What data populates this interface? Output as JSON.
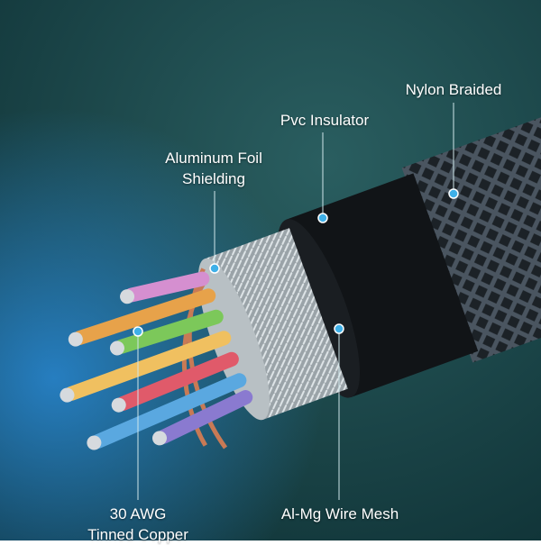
{
  "labels": {
    "nylon_braided": "Nylon Braided",
    "pvc_insulator": "Pvc Insulator",
    "aluminum_foil_line1": "Aluminum Foil",
    "aluminum_foil_line2": "Shielding",
    "awg_line1": "30 AWG",
    "awg_line2": "Tinned Copper",
    "wire_mesh": "Al-Mg Wire Mesh"
  },
  "colors": {
    "background_top": "#1d4a4c",
    "background_bottom": "#0f3336",
    "callout_dot": "#3fb0e8",
    "callout_line": "#cfe6ea"
  }
}
